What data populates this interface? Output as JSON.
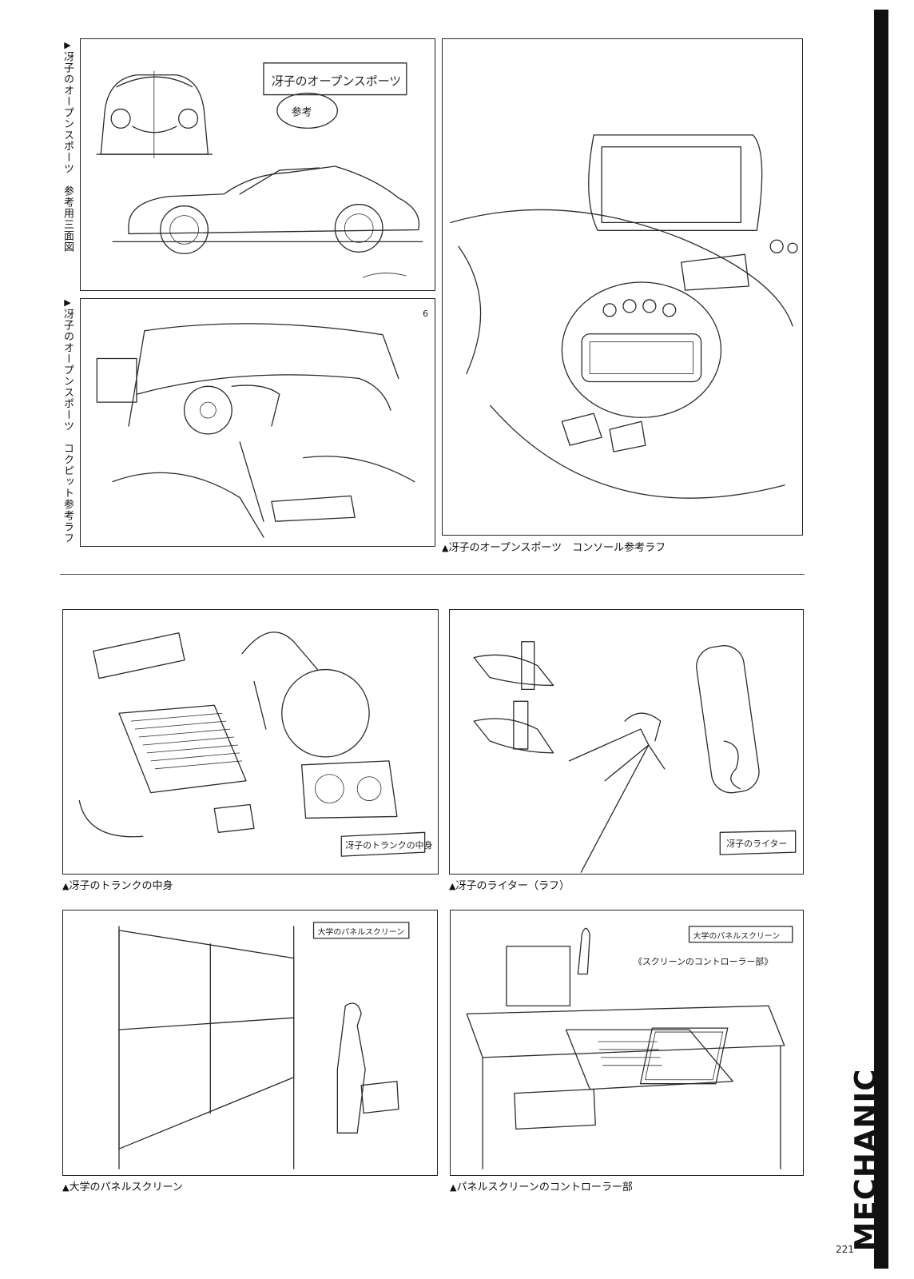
{
  "page": {
    "number": "221",
    "section_label": "MECHANIC"
  },
  "captions": {
    "top_left_a": "冴子のオープンスポーツ　参考用三面図",
    "top_left_b": "冴子のオープンスポーツ　コクピット参考ラフ",
    "console": "冴子のオープンスポーツ　コンソール参考ラフ",
    "trunk": "冴子のトランクの中身",
    "lighter": "冴子のライター（ラフ）",
    "panel_screen": "大学のパネルスクリーン",
    "controller": "パネルスクリーンのコントローラー部"
  },
  "marker": "▲",
  "marker_vertical": "▶",
  "panel_numbers": {
    "cockpit": "6"
  },
  "sketch_titles": {
    "car": "冴子のオープンスポーツ",
    "car_sub": "参考",
    "trunk": "冴子のトランクの中身",
    "lighter": "冴子のライター",
    "screen": "大学のパネルスクリーン",
    "controller": "大学のパネルスクリーン",
    "controller_sub": "《スクリーンのコントローラー部》"
  }
}
